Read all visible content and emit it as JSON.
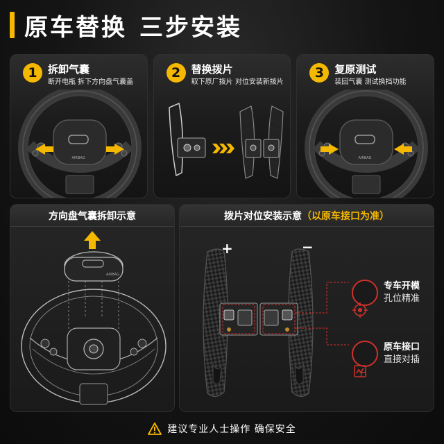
{
  "header": {
    "title_a": "原车替换",
    "title_b": "三步安装"
  },
  "steps": [
    {
      "num": "1",
      "title": "拆卸气囊",
      "sub": "断开电瓶 拆下方向盘气囊盖",
      "badge": "AIRBAG"
    },
    {
      "num": "2",
      "title": "替换拨片",
      "sub": "取下原厂拨片 对位安装新拨片"
    },
    {
      "num": "3",
      "title": "复原测试",
      "sub": "装回气囊 测试换挡功能",
      "badge": "AIRBAG"
    }
  ],
  "panel_left": {
    "title": "方向盘气囊拆卸示意",
    "badge": "AIRBAG"
  },
  "panel_right": {
    "title": "拨片对位安装示意",
    "title_note": "（以原车接口为准）",
    "plus": "+",
    "minus": "−",
    "features": [
      {
        "icon": "target-icon",
        "line1": "专车开模",
        "line2": "孔位精准"
      },
      {
        "icon": "connector-icon",
        "line1": "原车接口",
        "line2": "直接对插"
      }
    ]
  },
  "footer": {
    "text": "建议专业人士操作 确保安全"
  },
  "colors": {
    "accent": "#f5b800",
    "alert": "#d0302b",
    "background": "#151515"
  }
}
